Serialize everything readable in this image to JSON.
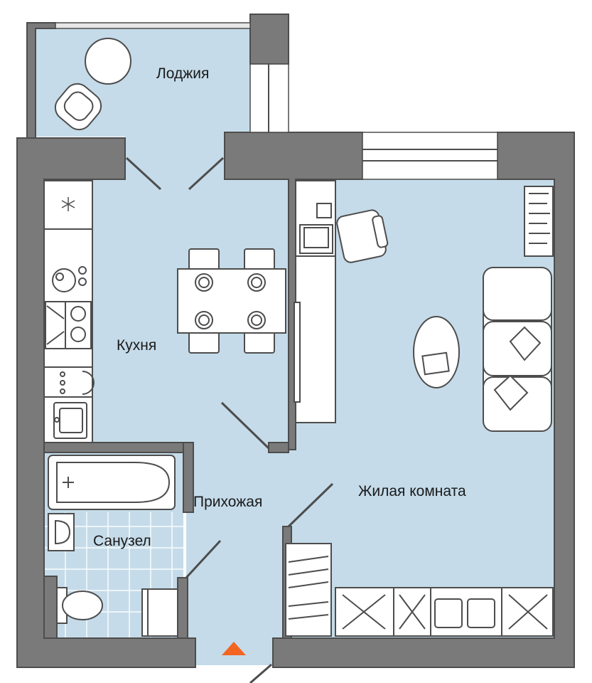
{
  "rooms": {
    "loggia": "Лоджия",
    "kitchen": "Кухня",
    "hallway": "Прихожая",
    "bathroom": "Санузел",
    "living": "Жилая комната"
  },
  "colors": {
    "floor": "#c5dbe9",
    "wall": "#7a7a7a",
    "wall_stroke": "#4d4d4d",
    "entrance_marker": "#f26522"
  },
  "icons": [
    "entrance-arrow-icon",
    "fridge-snowflake-icon",
    "plant-icon",
    "pillow-icon",
    "laptop-icon"
  ]
}
